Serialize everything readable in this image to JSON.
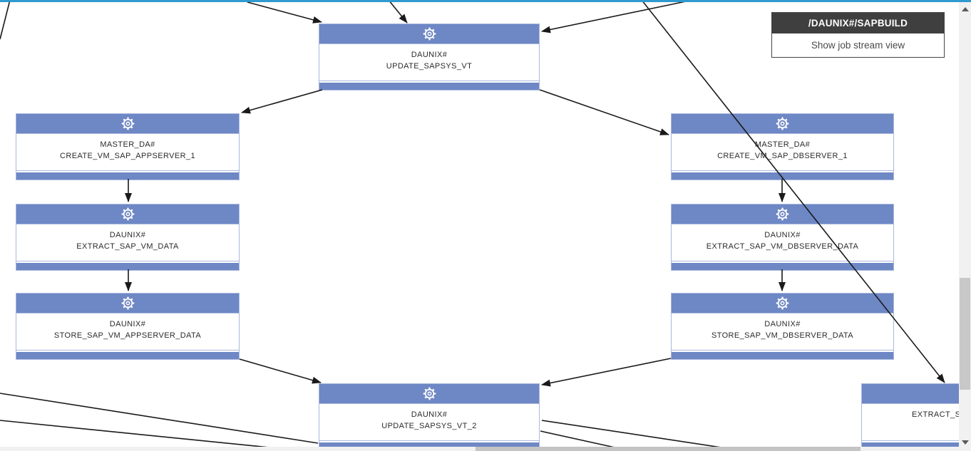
{
  "popup": {
    "title": "/DAUNIX#/SAPBUILD",
    "action": "Show job stream view"
  },
  "diagram": {
    "nodes": [
      {
        "id": "update_sapsys_vt",
        "icon": "gear-icon",
        "line1": "DAUNIX#",
        "line2": "UPDATE_SAPSYS_VT"
      },
      {
        "id": "create_vm_sap_appserver_1",
        "icon": "gear-icon",
        "line1": "MASTER_DA#",
        "line2": "CREATE_VM_SAP_APPSERVER_1"
      },
      {
        "id": "extract_sap_vm_data",
        "icon": "gear-icon",
        "line1": "DAUNIX#",
        "line2": "EXTRACT_SAP_VM_DATA"
      },
      {
        "id": "store_sap_vm_appserver_data",
        "icon": "gear-icon",
        "line1": "DAUNIX#",
        "line2": "STORE_SAP_VM_APPSERVER_DATA"
      },
      {
        "id": "create_vm_sap_dbserver_1",
        "icon": "gear-icon",
        "line1": "MASTER_DA#",
        "line2": "CREATE_VM_SAP_DBSERVER_1"
      },
      {
        "id": "extract_sap_vm_dbserver_data",
        "icon": "gear-icon",
        "line1": "DAUNIX#",
        "line2": "EXTRACT_SAP_VM_DBSERVER_DATA"
      },
      {
        "id": "store_sap_vm_dbserver_data",
        "icon": "gear-icon",
        "line1": "DAUNIX#",
        "line2": "STORE_SAP_VM_DBSERVER_DATA"
      },
      {
        "id": "update_sapsys_vt_2",
        "icon": "gear-icon",
        "line1": "DAUNIX#",
        "line2": "UPDATE_SAPSYS_VT_2"
      },
      {
        "id": "extract_s_partial",
        "icon": "gear-icon",
        "line1": "",
        "line2": "EXTRACT_S"
      }
    ]
  },
  "colors": {
    "node_blue": "#6e87c5",
    "node_border": "#a9b8dc",
    "popup_header_bg": "#3f3f3f",
    "edge": "#1a1a1a",
    "top_border": "#2f9ad0",
    "scroll_track": "#f1f1f1",
    "scroll_thumb": "#c8c8c8"
  }
}
